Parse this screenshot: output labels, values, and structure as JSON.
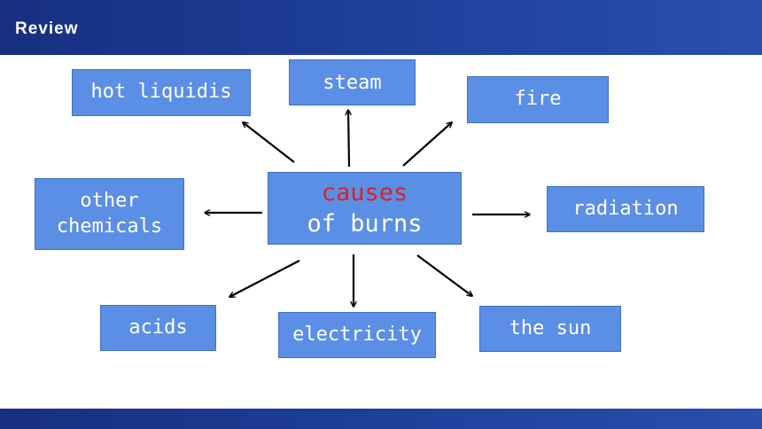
{
  "header": {
    "title": "Review"
  },
  "diagram": {
    "center": {
      "line1": "causes",
      "line2": "of burns",
      "line1_color": "#e02020"
    },
    "nodes": {
      "hot_liquids": "hot liquidis",
      "steam": "steam",
      "fire": "fire",
      "other_line1": "other",
      "other_line2": "chemicals",
      "radiation": "radiation",
      "acids": "acids",
      "electricity": "electricity",
      "the_sun": "the sun"
    }
  },
  "colors": {
    "header_bg": "#1f3f9a",
    "box_fill": "#5b8fe6",
    "box_text": "#ffffff",
    "arrow": "#000000"
  }
}
